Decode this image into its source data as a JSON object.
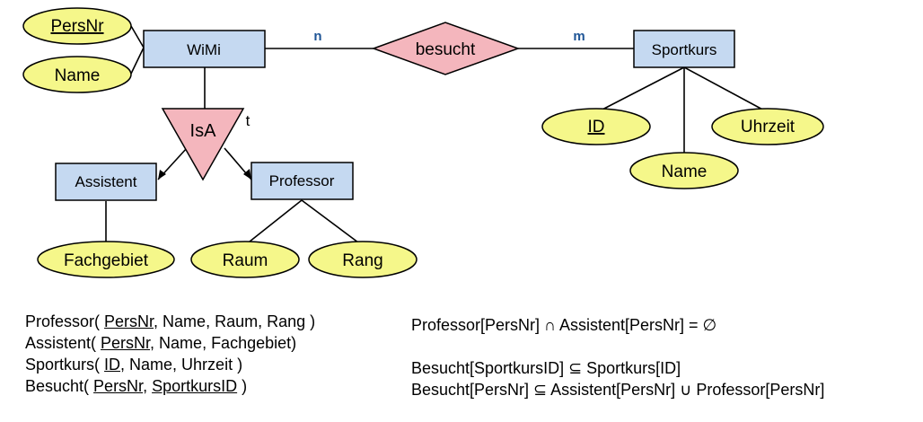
{
  "diagram": {
    "entities": {
      "wimi": "WiMi",
      "sportkurs": "Sportkurs",
      "assistent": "Assistent",
      "professor": "Professor"
    },
    "relationship": "besucht",
    "isa": "IsA",
    "isa_marker": "t",
    "cardinality": {
      "left": "n",
      "right": "m"
    },
    "attributes": {
      "wimi_persnr": "PersNr",
      "wimi_name": "Name",
      "sportkurs_id": "ID",
      "sportkurs_name": "Name",
      "sportkurs_uhrzeit": "Uhrzeit",
      "assistent_fachgebiet": "Fachgebiet",
      "professor_raum": "Raum",
      "professor_rang": "Rang"
    },
    "colors": {
      "entity_fill": "#c5d9f1",
      "attribute_fill": "#f5f78a",
      "relationship_fill": "#f4b6bd",
      "isa_fill": "#f4b6bd",
      "cardinality": "#1f5596"
    }
  },
  "schemas": {
    "professor": {
      "pre": "Professor( ",
      "key": "PersNr",
      "post": ", Name, Raum, Rang )"
    },
    "assistent": {
      "pre": "Assistent( ",
      "key": "PersNr",
      "post": ", Name, Fachgebiet)"
    },
    "sportkurs": {
      "pre": "Sportkurs( ",
      "key": "ID",
      "post": ", Name, Uhrzeit )"
    },
    "besucht": {
      "pre": "Besucht( ",
      "key1": "PersNr",
      "sep": ", ",
      "key2": "SportkursID",
      "post": " )"
    }
  },
  "constraints": {
    "c1": "Professor[PersNr] ∩ Assistent[PersNr] = ∅",
    "c2": "Besucht[SportkursID] ⊆ Sportkurs[ID]",
    "c3": "Besucht[PersNr] ⊆ Assistent[PersNr] ∪ Professor[PersNr]"
  }
}
